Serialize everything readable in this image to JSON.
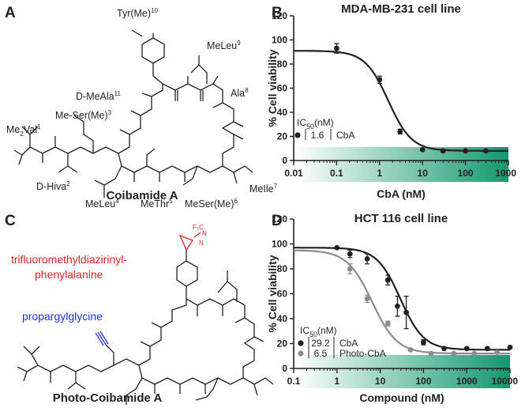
{
  "panels": {
    "A": {
      "letter": "A",
      "compound_name": "Coibamide A",
      "residues": {
        "tyr": "Tyr(Me)",
        "tyr_sup": "10",
        "meleu9": "MeLeu",
        "meleu9_sup": "9",
        "dmeala": "D-MeAla",
        "dmeala_sup": "11",
        "ala": "Ala",
        "ala_sup": "8",
        "meser3": "Me-Ser(Me)",
        "meser3_sup": "3",
        "me2val_pre": "Me",
        "me2val_sub": "2",
        "me2val_post": "Val",
        "me2val_sup": "1",
        "dhiva": "D-Hiva",
        "dhiva_sup": "2",
        "meile": "MeIle",
        "meile_sup": "7",
        "meleu4": "MeLeu",
        "meleu4_sup": "4",
        "methr": "MeThr",
        "methr_sup": "5",
        "meser6": "MeSer(Me)",
        "meser6_sup": "6"
      }
    },
    "C": {
      "letter": "C",
      "compound_name": "Photo-Coibamide A",
      "label_red_1": "trifluoromethyldiazirinyl-",
      "label_red_2": "phenylalanine",
      "label_blue": "propargylglycine",
      "cf3": "F₃C",
      "n1": "N",
      "n2": "N"
    },
    "B": {
      "letter": "B"
    },
    "D": {
      "letter": "D"
    }
  },
  "colors": {
    "ink": "#231f20",
    "red": "#e21f26",
    "blue": "#1f33e6",
    "gradient_start": "#ffffff",
    "gradient_end": "#14986e",
    "grey_series": "#8c8c8c"
  },
  "chart_data": [
    {
      "panel": "B",
      "type": "scatter",
      "title": "MDA-MB-231 cell line",
      "xlabel": "CbA (nM)",
      "ylabel": "% Cell viability",
      "x_scale": "log",
      "xlim": [
        0.01,
        1000
      ],
      "ylim": [
        0,
        120
      ],
      "x_ticks": [
        0.01,
        0.1,
        1,
        10,
        100,
        1000
      ],
      "x_tick_labels": [
        "0.01",
        "0.1",
        "1",
        "10",
        "100",
        "1000"
      ],
      "y_ticks": [
        0,
        20,
        40,
        60,
        80,
        100,
        120
      ],
      "y_tick_labels": [
        "0",
        "20",
        "40",
        "60",
        "80",
        "100",
        "120"
      ],
      "legend": {
        "header": "IC",
        "header_sub": "50",
        "header_unit": "(nM)"
      },
      "series": [
        {
          "name": "CbA",
          "ic50": "1.6",
          "color": "#231f20",
          "x": [
            0.1,
            1,
            3,
            10,
            30,
            100,
            300
          ],
          "y": [
            93,
            67,
            24,
            9,
            8,
            8,
            8
          ],
          "err": [
            4,
            3,
            2,
            1,
            1,
            1,
            1
          ],
          "fit": {
            "top": 91,
            "bottom": 8,
            "ic50": 1.6,
            "hill": 1.6
          }
        }
      ]
    },
    {
      "panel": "D",
      "type": "scatter",
      "title": "HCT 116 cell line",
      "xlabel": "Compound (nM)",
      "ylabel": "% Cell viability",
      "x_scale": "log",
      "xlim": [
        0.1,
        10000
      ],
      "ylim": [
        0,
        120
      ],
      "x_ticks": [
        0.1,
        1,
        10,
        100,
        1000,
        10000
      ],
      "x_tick_labels": [
        "0.1",
        "1",
        "10",
        "100",
        "1000",
        "10000"
      ],
      "y_ticks": [
        0,
        20,
        40,
        60,
        80,
        100,
        120
      ],
      "y_tick_labels": [
        "0",
        "20",
        "40",
        "60",
        "80",
        "100",
        "120"
      ],
      "legend": {
        "header": "IC",
        "header_sub": "50",
        "header_unit": "(nM)"
      },
      "series": [
        {
          "name": "CbA",
          "ic50": "29.2",
          "color": "#231f20",
          "x": [
            1,
            2,
            5,
            15,
            25,
            40,
            100,
            300,
            1000,
            3000,
            10000
          ],
          "y": [
            97,
            92,
            88,
            71,
            50,
            45,
            21,
            16,
            16,
            16,
            17
          ],
          "err": [
            1,
            3,
            4,
            4,
            8,
            13,
            2,
            1,
            1,
            1,
            1
          ],
          "fit": {
            "top": 97,
            "bottom": 15,
            "ic50": 29.2,
            "hill": 1.6
          }
        },
        {
          "name": "Photo-CbA",
          "ic50": "6.5",
          "color": "#8c8c8c",
          "x": [
            2,
            5,
            15,
            50,
            150,
            500,
            1500,
            5000
          ],
          "y": [
            80,
            56,
            36,
            15,
            12,
            12,
            12,
            13
          ],
          "err": [
            4,
            3,
            2,
            1,
            1,
            1,
            1,
            1
          ],
          "fit": {
            "top": 95,
            "bottom": 12,
            "ic50": 6.5,
            "hill": 1.5
          }
        }
      ]
    }
  ]
}
